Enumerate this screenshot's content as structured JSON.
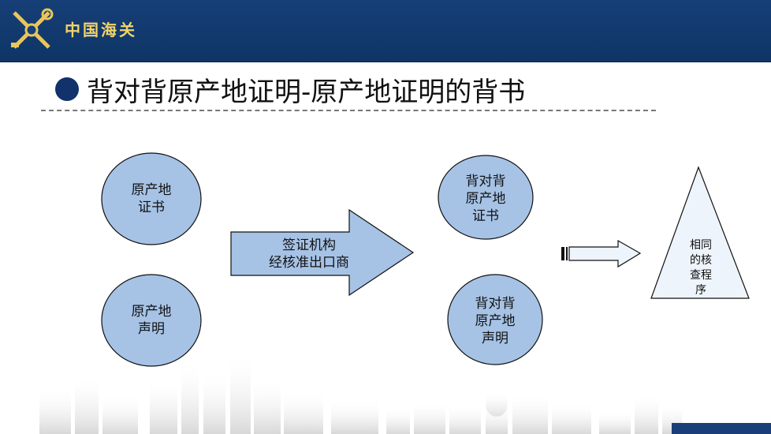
{
  "header": {
    "brand": "中国海关"
  },
  "heading": {
    "title": "背对背原产地证明-原产地证明的背书"
  },
  "nodes": {
    "origin_certificate": [
      "原产地",
      "证书"
    ],
    "origin_declaration": [
      "原产地",
      "声明"
    ],
    "process_arrow": [
      "签证机构",
      "经核准出口商"
    ],
    "b2b_certificate": [
      "背对背",
      "原产地",
      "证书"
    ],
    "b2b_declaration": [
      "背对背",
      "原产地",
      "声明"
    ],
    "verification_procedure": [
      "相同",
      "的核",
      "查程",
      "序"
    ]
  },
  "colors": {
    "header": "#163f77",
    "shape_fill": "#a6c3e6",
    "brand_gold": "#f1d36a"
  }
}
